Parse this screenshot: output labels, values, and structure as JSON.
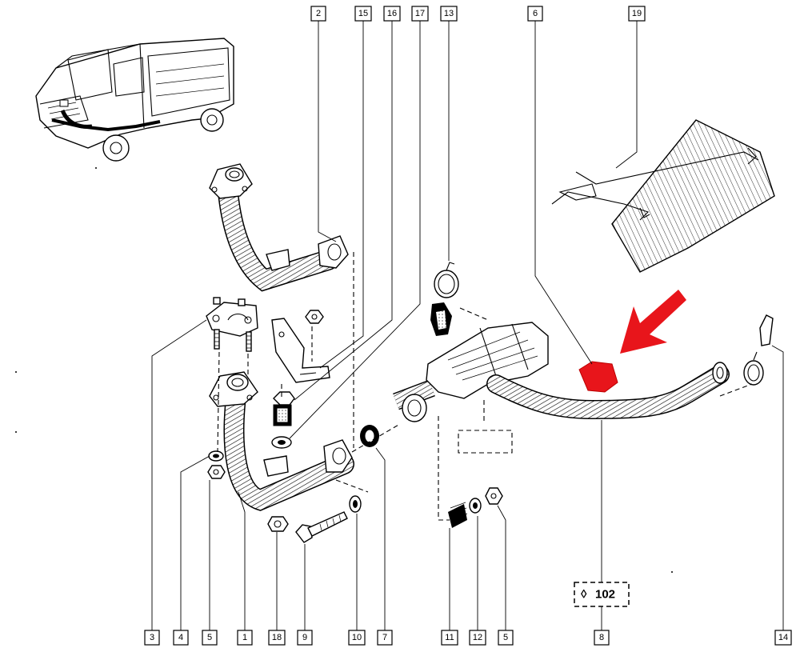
{
  "diagram": {
    "callouts_top": [
      "2",
      "15",
      "16",
      "17",
      "13",
      "6",
      "19"
    ],
    "callouts_bottom": [
      "3",
      "4",
      "5",
      "1",
      "18",
      "9",
      "10",
      "7",
      "11",
      "12",
      "5",
      "8",
      "14"
    ],
    "reference_label": "102",
    "reference_symbol": "◊",
    "highlight_color": "#e8151b",
    "arrow_color": "#e8151b"
  }
}
